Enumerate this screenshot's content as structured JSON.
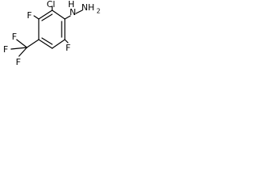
{
  "structure": {
    "atoms": {
      "cl": "Cl",
      "f_top": "F",
      "f_bottom": "F",
      "cf3_f_upper": "F",
      "cf3_f_left": "F",
      "cf3_f_lower": "F",
      "n1": "N",
      "n2": "NH",
      "h2": "2",
      "h_on_n1": "H"
    },
    "bond_color": "#000000",
    "text_color": "#000000",
    "background": "#ffffff"
  }
}
